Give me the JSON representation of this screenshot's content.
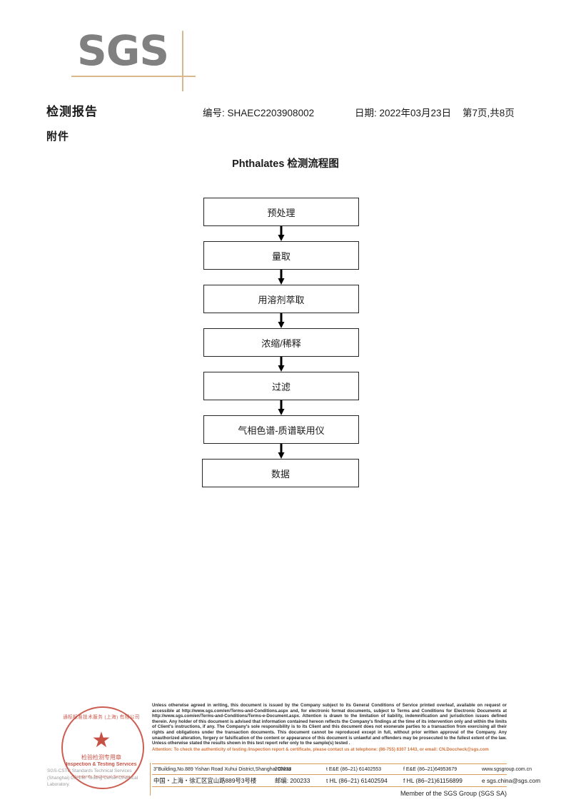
{
  "logo": {
    "wordmark": "SGS"
  },
  "header": {
    "report_title": "检测报告",
    "attachment_label": "附件",
    "report_no": "编号: SHAEC2203908002",
    "report_date": "日期: 2022年03月23日",
    "page_indicator": "第7页,共8页"
  },
  "flowchart": {
    "title": "Phthalates 检测流程图",
    "steps": [
      {
        "label": "预处理"
      },
      {
        "label": "量取"
      },
      {
        "label": "用溶剂萃取"
      },
      {
        "label": "浓缩/稀释"
      },
      {
        "label": "过滤"
      },
      {
        "label": "气相色谱-质谱联用仪"
      },
      {
        "label": "数据"
      }
    ]
  },
  "stamp": {
    "arc_top": "通标标准技术服务 (上海) 有限公司",
    "arc_bottom": "Standards Technical Services",
    "star": "★",
    "cn_line": "检验检测专用章",
    "en_line": "Inspection & Testing Services",
    "color": "#c0392b"
  },
  "entity_faint": "SGS-CSTC Standards Technical Services (Shanghai) Co.,Ltd. Testing Center-Chemical Laboratory.",
  "footer": {
    "legal_paragraph": "Unless otherwise agreed in writing, this document is issued by the Company subject to its General Conditions of Service printed overleaf, available on request or accessible at http://www.sgs.com/en/Terms-and-Conditions.aspx and, for electronic format documents, subject to Terms and Conditions for Electronic Documents at http://www.sgs.com/en/Terms-and-Conditions/Terms-e-Document.aspx. Attention is drawn to the limitation of liability, indemnification and jurisdiction issues defined therein. Any holder of this document is advised that information contained hereon reflects the Company's findings at the time of its intervention only and within the limits of Client's instructions, if any. The Company's sole responsibility is to its Client and this document does not exonerate parties to a transaction from exercising all their rights and obligations under the transaction documents. This document cannot be reproduced except in full, without prior written approval of the Company. Any unauthorized alteration, forgery or falsification of the content or appearance of this document is unlawful and offenders may be prosecuted to the fullest extent of the law. Unless otherwise stated the results shown in this test report refer only to the sample(s) tested .",
    "attention_line": "Attention: To check the authenticity of testing /inspection report & certificate, please contact us at telephone: (86-755) 8307 1443, or email: CN.Doccheck@sgs.com",
    "attention_color": "#d2733a",
    "address_en": {
      "street": "3\"Building,No.889 Yishan Road Xuhui District,Shanghai China",
      "postcode": "200233",
      "tel1": "t E&E (86–21) 61402553",
      "tel2": "f E&E (86–21)64953679",
      "web": "www.sgsgroup.com.cn"
    },
    "address_cn": {
      "street": "中国・上海・徐汇区宜山路889号3号楼",
      "postcode": "邮编: 200233",
      "tel1": "t HL (86–21) 61402594",
      "tel2": "f HL (86–21)61156899",
      "web": "e  sgs.china@sgs.com"
    },
    "member_line": "Member of the SGS Group (SGS SA)",
    "rule_color": "#d99a5b"
  }
}
